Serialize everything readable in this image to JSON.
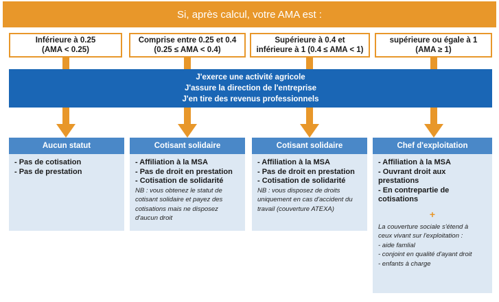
{
  "header": {
    "title": "Si, après calcul, votre AMA est :"
  },
  "conditions": [
    {
      "line1": "Inférieure à 0.25",
      "line2": "(AMA < 0.25)"
    },
    {
      "line1": "Comprise entre 0.25 et 0.4",
      "line2": "(0.25 ≤ AMA < 0.4)"
    },
    {
      "line1": "Supérieure à 0.4 et",
      "line2": "inférieure à 1 (0.4 ≤ AMA < 1)"
    },
    {
      "line1": "supérieure ou égale à 1",
      "line2": "(AMA ≥ 1)"
    }
  ],
  "banner": {
    "lines": [
      "J'exerce une activité agricole",
      "J'assure la direction de l'entreprise",
      "J'en tire des revenus professionnels"
    ]
  },
  "columns": [
    {
      "status": "Aucun statut",
      "items": [
        "- Pas de cotisation",
        "- Pas de prestation"
      ],
      "note": []
    },
    {
      "status": "Cotisant solidaire",
      "items": [
        "- Affiliation à la MSA",
        "- Pas de droit en prestation",
        "- Cotisation de solidarité"
      ],
      "note": [
        "NB : vous obtenez le statut de",
        "cotisant solidaire et payez des",
        "cotisations mais ne disposez",
        "d'aucun droit"
      ]
    },
    {
      "status": "Cotisant solidaire",
      "items": [
        "- Affiliation à la MSA",
        "- Pas de droit en prestation",
        "- Cotisation de solidarité"
      ],
      "note": [
        "NB : vous disposez de droits",
        "uniquement en cas d'accident du",
        "travail (couverture ATEXA)"
      ]
    },
    {
      "status": "Chef d'exploitation",
      "items": [
        "- Affiliation à la MSA",
        "- Ouvrant droit aux",
        "prestations",
        "- En contrepartie de",
        "cotisations"
      ],
      "plus": "+",
      "note": [
        "La couverture sociale s'étend à",
        "ceux vivant sur l'exploitation :",
        "- aide famlial",
        "- conjoint en qualité d'ayant droit",
        "- enfants à charge"
      ]
    }
  ]
}
